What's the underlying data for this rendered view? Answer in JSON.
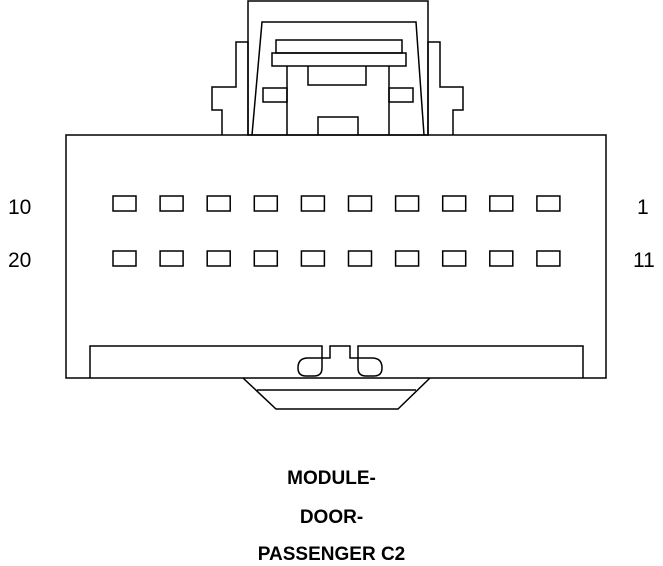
{
  "connector": {
    "row_top": {
      "left_label": "10",
      "right_label": "1",
      "pin_count": 10
    },
    "row_bottom": {
      "left_label": "20",
      "right_label": "11",
      "pin_count": 10
    }
  },
  "caption": {
    "line1": "MODULE-",
    "line2": "DOOR-",
    "line3": "PASSENGER C2"
  }
}
